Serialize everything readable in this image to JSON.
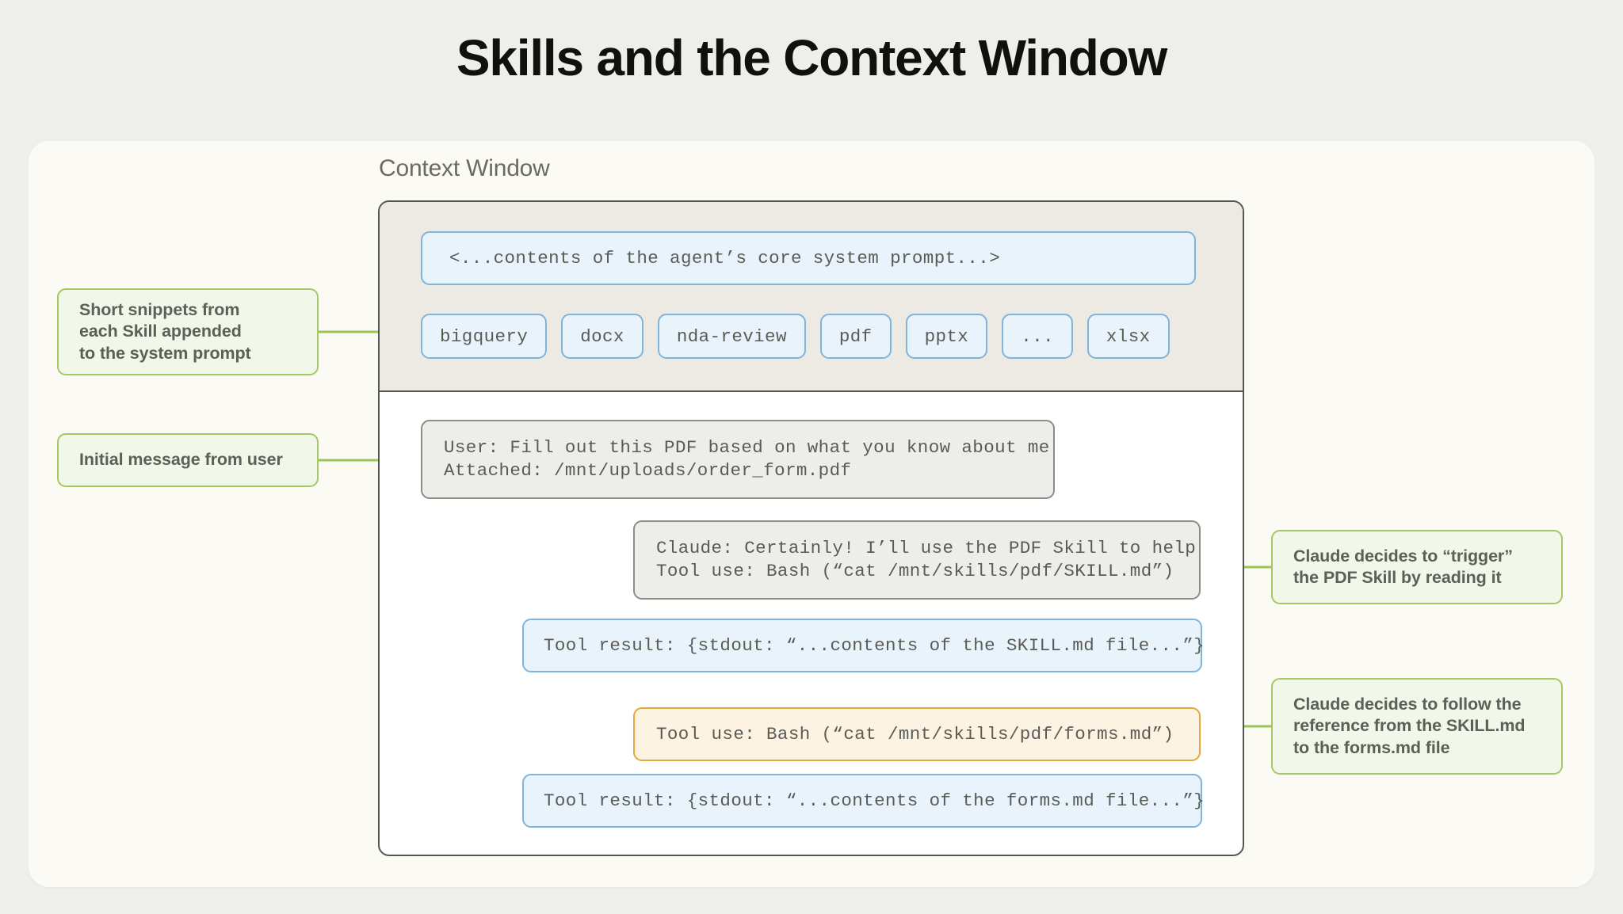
{
  "title": "Skills and the Context Window",
  "context_window": {
    "label": "Context Window",
    "system_prompt_bubble": "<...contents of the agent’s core system prompt...>",
    "skill_pills": [
      {
        "label": "bigquery"
      },
      {
        "label": "docx"
      },
      {
        "label": "nda-review"
      },
      {
        "label": "pdf"
      },
      {
        "label": "pptx"
      },
      {
        "label": "..."
      },
      {
        "label": "xlsx"
      }
    ],
    "messages": [
      {
        "name": "user-message",
        "kind": "grey",
        "line1": "User: Fill out this PDF based on what you know about me",
        "line2": "Attached: /mnt/uploads/order_form.pdf"
      },
      {
        "name": "claude-message",
        "kind": "grey",
        "line1": "Claude: Certainly! I’ll use the PDF Skill to help",
        "line2": "Tool use: Bash (“cat /mnt/skills/pdf/SKILL.md”)"
      },
      {
        "name": "tool-result-skill-md",
        "kind": "blue",
        "line1": "Tool result: {stdout: “...contents of the SKILL.md file...”}"
      },
      {
        "name": "tool-use-forms-md",
        "kind": "orange",
        "line1": "Tool use: Bash (“cat /mnt/skills/pdf/forms.md”)"
      },
      {
        "name": "tool-result-forms-md",
        "kind": "blue",
        "line1": "Tool result: {stdout: “...contents of the forms.md file...”}"
      }
    ]
  },
  "callouts": {
    "snippets": {
      "line1": "Short snippets from",
      "line2": "each Skill appended",
      "line3": "to the system prompt"
    },
    "initial_message": {
      "line1": "Initial message from user"
    },
    "trigger": {
      "line1": "Claude decides to “trigger”",
      "line2": "the PDF Skill by reading it"
    },
    "follow_reference": {
      "line1": "Claude decides to follow the",
      "line2": "reference from the SKILL.md",
      "line3": "to the forms.md file"
    }
  },
  "colors": {
    "page_background": "#eeeeea",
    "card_background": "#fbfaf5",
    "system_section": "#eceae3",
    "blue_border": "#7fb4db",
    "blue_fill": "#e9f3fb",
    "grey_border": "#8d8d85",
    "grey_fill": "#ededea",
    "orange_border": "#e3a83f",
    "orange_fill": "#fdf3e2",
    "green_border": "#a6c864",
    "green_fill": "#f1f7e9",
    "connector_green": "#9dc457",
    "frame_stroke": "#565650"
  }
}
